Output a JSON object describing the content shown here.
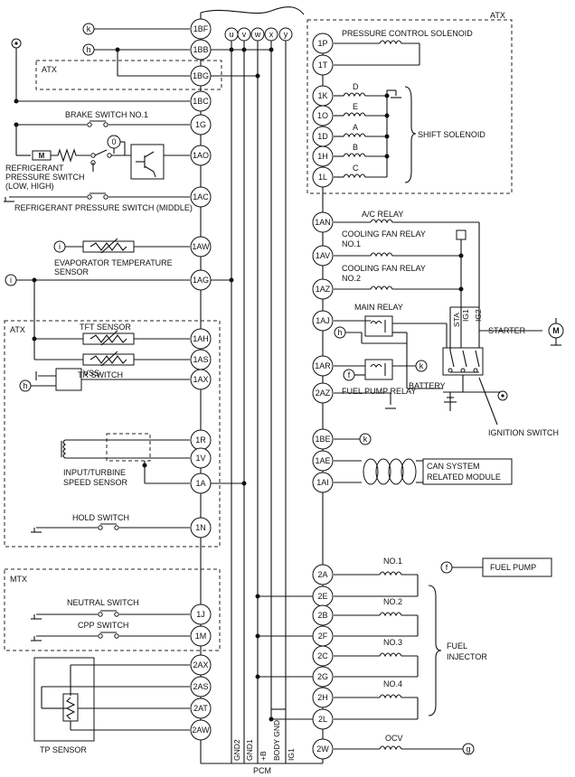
{
  "labels": {
    "atx1": "ATX",
    "atx2": "ATX",
    "atx3": "ATX",
    "mtx": "MTX",
    "pcs": "PRESSURE CONTROL SOLENOID",
    "shift_solenoid": "SHIFT SOLENOID",
    "brake": "BRAKE SWITCH NO.1",
    "refrig1a": "REFRIGERANT",
    "refrig1b": "PRESSURE SWITCH",
    "refrig1c": "(LOW, HIGH)",
    "refrig2": "REFRIGERANT PRESSURE SWITCH (MIDDLE)",
    "evap1": "EVAPORATOR TEMPERATURE",
    "evap2": "SENSOR",
    "tft": "TFT SENSOR",
    "tr": "TR SWITCH",
    "vss": "VSS",
    "its1": "INPUT/TURBINE",
    "its2": "SPEED SENSOR",
    "hold": "HOLD SWITCH",
    "neutral": "NEUTRAL SWITCH",
    "cpp": "CPP SWITCH",
    "tp": "TP SENSOR",
    "pcm": "PCM",
    "ac_relay": "A/C RELAY",
    "cfr1a": "COOLING FAN RELAY",
    "cfr1b": "NO.1",
    "cfr2a": "COOLING FAN RELAY",
    "cfr2b": "NO.2",
    "main_relay": "MAIN RELAY",
    "fuel_pump_relay": "FUEL PUMP RELAY",
    "battery": "BATTERY",
    "ignition_switch": "IGNITION SWITCH",
    "starter": "STARTER",
    "sta": "STA",
    "ig1sw": "IG1",
    "ig2sw": "IG2",
    "can1": "CAN SYSTEM",
    "can2": "RELATED MODULE",
    "fuel_pump": "FUEL PUMP",
    "inj_no1": "NO.1",
    "inj_no2": "NO.2",
    "inj_no3": "NO.3",
    "inj_no4": "NO.4",
    "fuel": "FUEL",
    "injector": "INJECTOR",
    "ocv": "OCV",
    "sol_d": "D",
    "sol_e": "E",
    "sol_a": "A",
    "sol_b": "B",
    "sol_c": "C"
  },
  "pins_left": [
    "1BF",
    "1BB",
    "1BG",
    "1BC",
    "1G",
    "1AO",
    "1AC",
    "1AW",
    "1AG",
    "1AH",
    "1AS",
    "1AX",
    "1R",
    "1V",
    "1A",
    "1N",
    "1J",
    "1M",
    "2AX",
    "2AS",
    "2AT",
    "2AW"
  ],
  "pins_right": [
    "1P",
    "1T",
    "1K",
    "1O",
    "1D",
    "1H",
    "1L",
    "1AN",
    "1AV",
    "1AZ",
    "1AJ",
    "1AR",
    "2AZ",
    "1BE",
    "1AE",
    "1AI",
    "2A",
    "2E",
    "2B",
    "2F",
    "2C",
    "2G",
    "2H",
    "2L",
    "2W"
  ],
  "bus_letters": [
    "u",
    "v",
    "w",
    "x",
    "y"
  ],
  "bus_names": [
    "GND2",
    "GND1",
    "+B",
    "BODY GND",
    "IG1"
  ],
  "refs": {
    "k1": "k",
    "h1": "h",
    "i1": "i",
    "i2": "i",
    "h2": "h",
    "h3": "h",
    "k2": "k",
    "f1": "f",
    "k3": "k",
    "f2": "f",
    "g1": "g"
  }
}
